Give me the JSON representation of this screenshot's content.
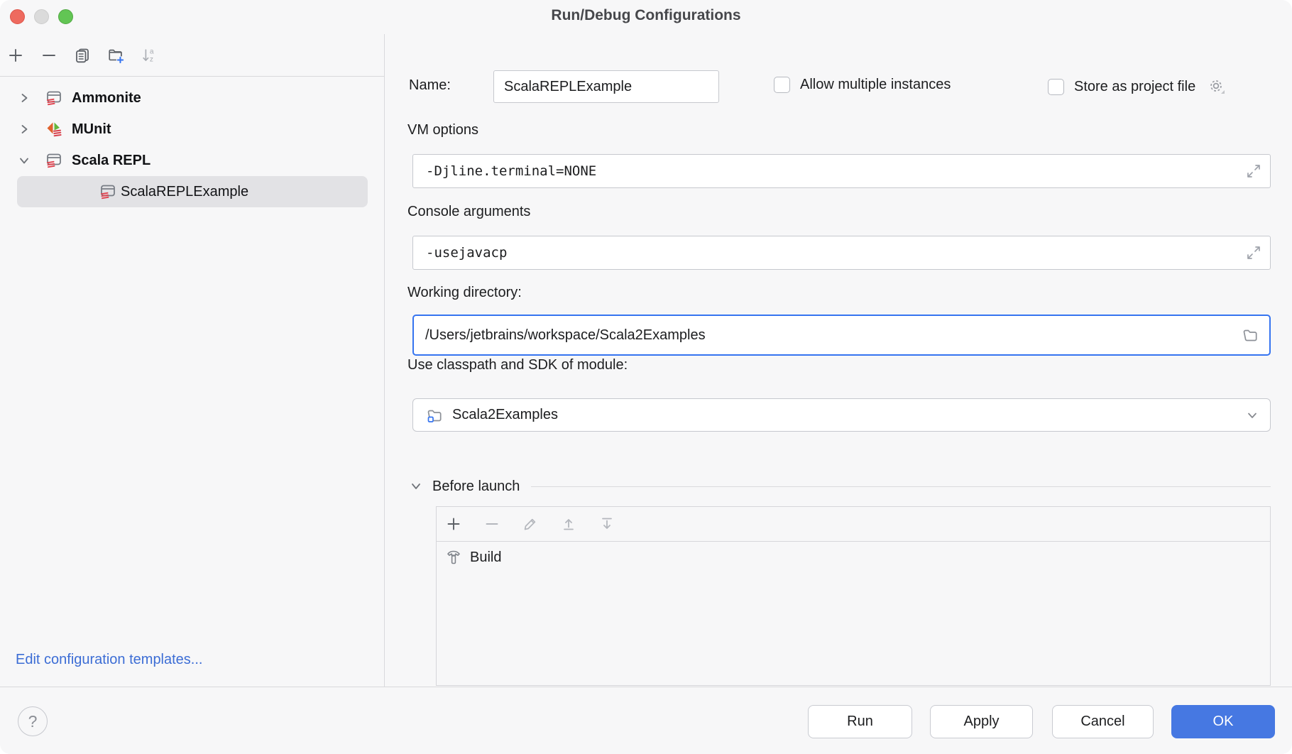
{
  "window": {
    "title": "Run/Debug Configurations"
  },
  "colors": {
    "accent_focus": "#3574f0",
    "ok_button_blue": "#4678e2",
    "link_blue": "#3c6dd5",
    "repl_icon_red": "#e0434f",
    "munit_orange": "#e0622d",
    "munit_green": "#63b53c",
    "selected_row_gray": "#e2e2e5"
  },
  "titlebar": {
    "buttons": [
      "close",
      "minimize",
      "zoom"
    ]
  },
  "sidebar": {
    "toolbar_icons": [
      "add",
      "remove",
      "copy",
      "new-folder",
      "sort-alphabetically"
    ],
    "tree": [
      {
        "label": "Ammonite",
        "expanded": false,
        "selected": false
      },
      {
        "label": "MUnit",
        "expanded": false,
        "selected": false
      },
      {
        "label": "Scala REPL",
        "expanded": true,
        "selected": false
      },
      {
        "label": "ScalaREPLExample",
        "expanded": false,
        "selected": true
      }
    ],
    "edit_templates_link": "Edit configuration templates..."
  },
  "form": {
    "name": {
      "label": "Name:",
      "value": "ScalaREPLExample"
    },
    "allow_multiple_instances": {
      "label": "Allow multiple instances",
      "checked": false
    },
    "store_as_project_file": {
      "label": "Store as project file",
      "checked": false
    },
    "vm_options": {
      "label": "VM options",
      "value": "-Djline.terminal=NONE"
    },
    "console_arguments": {
      "label": "Console arguments",
      "value": "-usejavacp"
    },
    "working_directory": {
      "label": "Working directory:",
      "value": "/Users/jetbrains/workspace/Scala2Examples",
      "focused": true
    },
    "module": {
      "label": "Use classpath and SDK of module:",
      "value": "Scala2Examples"
    },
    "before_launch": {
      "title": "Before launch",
      "toolbar_icons": [
        "add",
        "remove",
        "edit",
        "move-up",
        "move-down"
      ],
      "tasks": [
        {
          "icon": "hammer",
          "label": "Build"
        }
      ]
    }
  },
  "footer": {
    "help_label": "?",
    "buttons": [
      {
        "label": "Run",
        "primary": false
      },
      {
        "label": "Apply",
        "primary": false
      },
      {
        "label": "Cancel",
        "primary": false
      },
      {
        "label": "OK",
        "primary": true
      }
    ]
  }
}
